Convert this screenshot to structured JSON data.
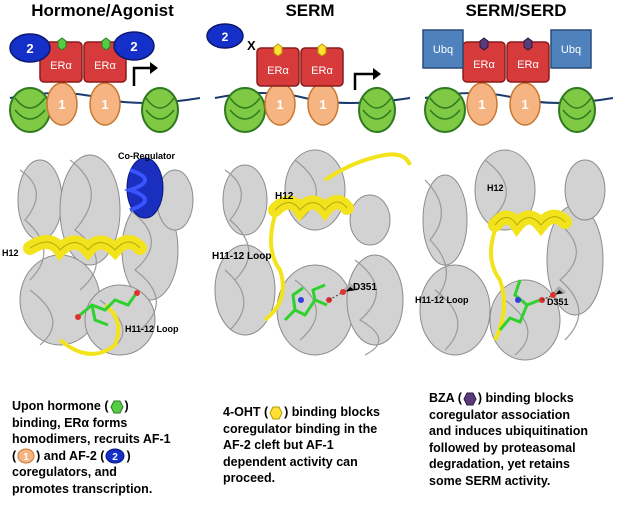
{
  "panels": [
    {
      "title": "Hormone/Agonist",
      "receptor_labels": [
        "ERα",
        "ERα"
      ],
      "af1_label": "1",
      "af2_label": "2",
      "structure_labels": {
        "coregulator": "Co-Regulator",
        "h12": "H12",
        "loop": "H11-12 Loop"
      },
      "caption": {
        "line1a": "Upon hormone (",
        "line1b": ")",
        "line2": "binding, ERα forms",
        "line3": "homodimers, recruits AF-1",
        "line4a": "(",
        "line4b": ") and AF-2 (",
        "line4c": ")",
        "line5": "coregulators, and",
        "line6": "promotes transcription."
      }
    },
    {
      "title": "SERM",
      "receptor_labels": [
        "ERα",
        "ERα"
      ],
      "af1_label": "1",
      "af2_label": "2",
      "block_mark": "X",
      "structure_labels": {
        "h12": "H12",
        "loop": "H11-12 Loop",
        "residue": "D351"
      },
      "caption": {
        "line1a": "4-OHT (",
        "line1b": ") binding blocks",
        "line2": "coregulator binding in the",
        "line3": "AF-2 cleft but AF-1",
        "line4": "dependent activity can",
        "line5": "proceed."
      }
    },
    {
      "title": "SERM/SERD",
      "receptor_labels": [
        "ERα",
        "ERα"
      ],
      "af1_label": "1",
      "ubq_label": "Ubq",
      "structure_labels": {
        "h12": "H12",
        "loop": "H11-12 Loop",
        "residue": "D351"
      },
      "caption": {
        "line1a": "BZA (",
        "line1b": ") binding blocks",
        "line2": "coregulator association",
        "line3": "and induces ubiquitination",
        "line4": "followed by proteasomal",
        "line5": "degradation, yet retains",
        "line6": "some SERM activity."
      }
    }
  ],
  "colors": {
    "receptor": "#d63a3a",
    "af1": "#f6b482",
    "af2": "#1530c8",
    "ubq": "#4f81bd",
    "dna": "#7fc945",
    "hormone": "#55cc44",
    "ohT": "#ffe033",
    "bza": "#5a3a78",
    "helix_yellow": "#f3e31c",
    "coregulator_blue": "#1a2fc0"
  }
}
